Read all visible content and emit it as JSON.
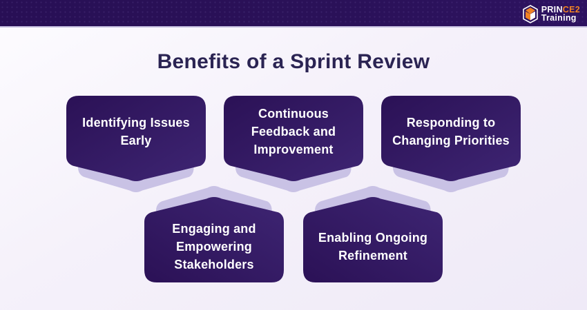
{
  "page": {
    "title": "Benefits of a Sprint Review"
  },
  "header": {
    "logo": {
      "brand_white": "PRIN",
      "brand_orange": "CE2",
      "subtitle": "Training",
      "icon": "hexagon-badge-icon"
    }
  },
  "cards": [
    {
      "label": "Identifying Issues Early",
      "row": 1
    },
    {
      "label": "Continuous Feedback and Improvement",
      "row": 1
    },
    {
      "label": "Responding to Changing Priorities",
      "row": 1
    },
    {
      "label": "Engaging and Empowering Stakeholders",
      "row": 2
    },
    {
      "label": "Enabling Ongoing Refinement",
      "row": 2
    }
  ],
  "theme": {
    "colors": {
      "header_bg": "#2a1158",
      "header_underline": "#c9c3e2",
      "canvas_bg_start": "#fdfcff",
      "canvas_bg_end": "#efeaf7",
      "title_color": "#2b2453",
      "card_grad_start": "#2b1156",
      "card_grad_end": "#3e2573",
      "echo_color": "#c9c2e5",
      "brand_orange": "#f08223",
      "card_text": "#ffffff"
    }
  }
}
